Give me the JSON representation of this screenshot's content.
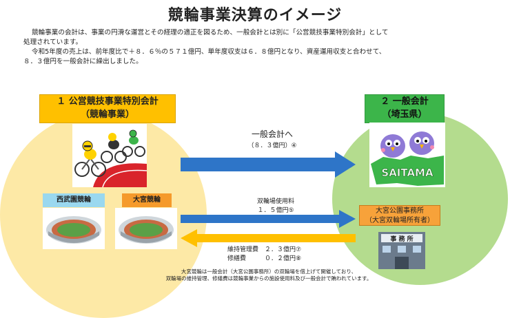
{
  "title": "競輪事業決算のイメージ",
  "intro": {
    "p1a": "競輪事業の会計は、事業の円滑な運営とその経理の適正を図るため、一般会計とは別に「公営競技事業特別会計」として",
    "p1b": "処理されています。",
    "p2a": "令和5年度の売上は、前年度比で＋８．６％の５７１億円、単年度収支は６．８億円となり、資産運用収支と合わせて、",
    "p2b": "８．３億円を一般会計に繰出しました。"
  },
  "left_box": {
    "line1": "１ 公営競技事業特別会計",
    "line2": "（競輪事業）"
  },
  "right_box": {
    "line1": "２ 一般会計",
    "line2": "（埼玉県）"
  },
  "saitama_logo_text": "SAITAMA",
  "venues": {
    "seibu": "西武園競輪",
    "omiya": "大宮競輪"
  },
  "arrows": {
    "to_general": "一般会計へ",
    "to_general_amount": "（８．３億円）④",
    "usage_fee_label": "双輪場使用料",
    "usage_fee_amount": "１．５億円⑤",
    "maintenance": "維持管理費　２．３億円⑦",
    "repair": "修繕費　　　０．２億円⑧"
  },
  "office": {
    "line1": "大宮公園事務所",
    "line2": "（大宮双輪場所有者）",
    "sign": "事 務 所"
  },
  "footer": {
    "line1": "大宮競輪は一般会計（大宮公園事務所）の双輪場を借上げて開催しており、",
    "line2": "双輪場の維持管理、修繕費は競輪事業からの施設使用料及び一般会計で賄われています。"
  },
  "colors": {
    "left_circle": "#fde9a6",
    "right_circle": "#b4dc8e",
    "left_header": "#ffc000",
    "right_header": "#3cb54a",
    "arrow_blue": "#2e75c8",
    "arrow_yellow": "#ffc000"
  }
}
